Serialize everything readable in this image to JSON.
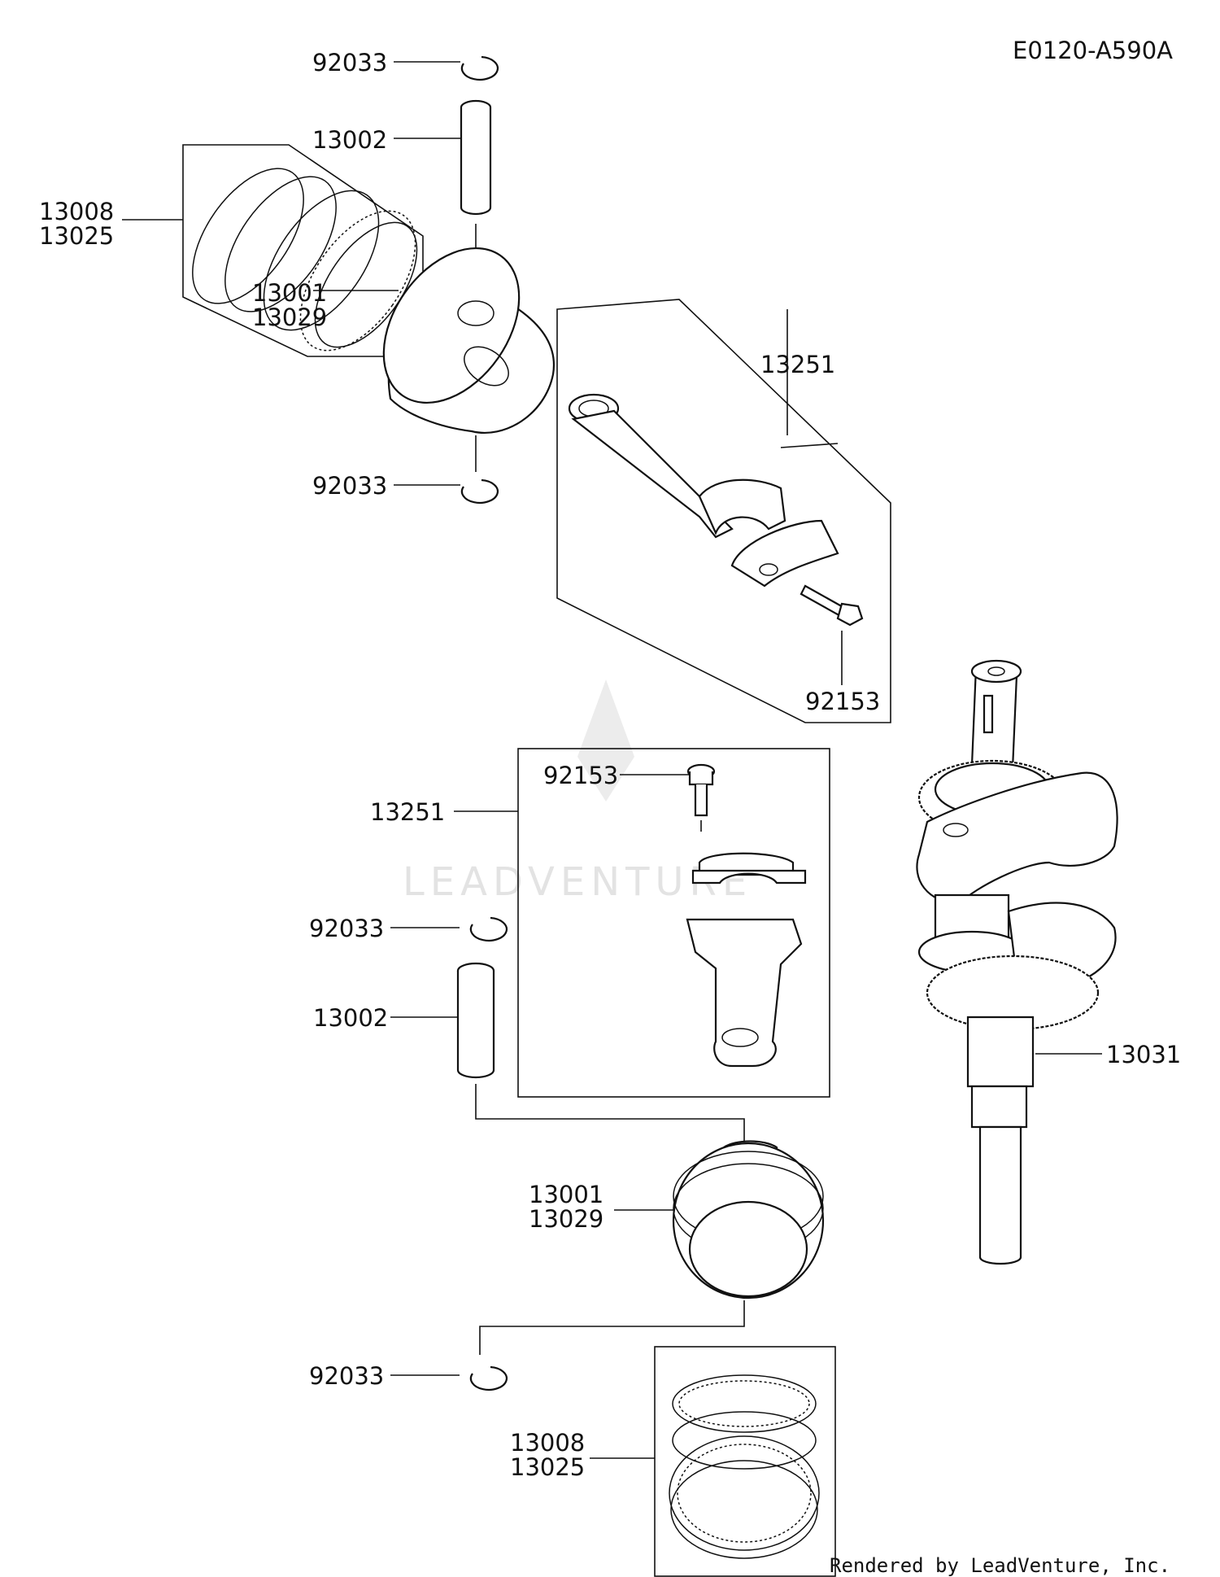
{
  "diagram_code": "E0120-A590A",
  "watermark": "LEADVENTURE",
  "footer": "Rendered by LeadVenture, Inc.",
  "callouts": {
    "circlip_top_upper": "92033",
    "pin_top": "13002",
    "rings_top": [
      "13008",
      "13025"
    ],
    "piston_top": [
      "13001",
      "13029"
    ],
    "circlip_top_lower": "92033",
    "rod_top": "13251",
    "rod_bolt_top": "92153",
    "rod_bolt_bottom": "92153",
    "rod_bottom": "13251",
    "circlip_bottom_upper": "92033",
    "pin_bottom": "13002",
    "crankshaft": "13031",
    "piston_bottom": [
      "13001",
      "13029"
    ],
    "circlip_bottom_lower": "92033",
    "rings_bottom": [
      "13008",
      "13025"
    ]
  }
}
